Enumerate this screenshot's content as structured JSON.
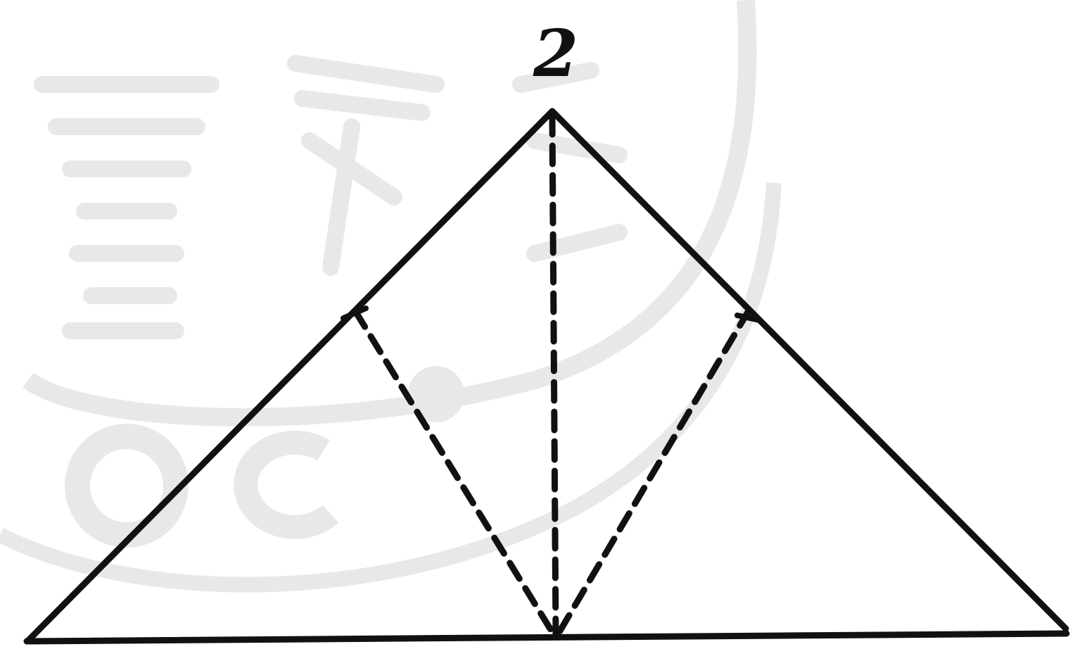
{
  "diagram": {
    "vertex_label": "2",
    "colors": {
      "ink": "#111111",
      "watermark": "#e8e8e8",
      "background": "#ffffff"
    },
    "watermark": {
      "kind": "seal-stamp",
      "characters": "書局"
    }
  }
}
